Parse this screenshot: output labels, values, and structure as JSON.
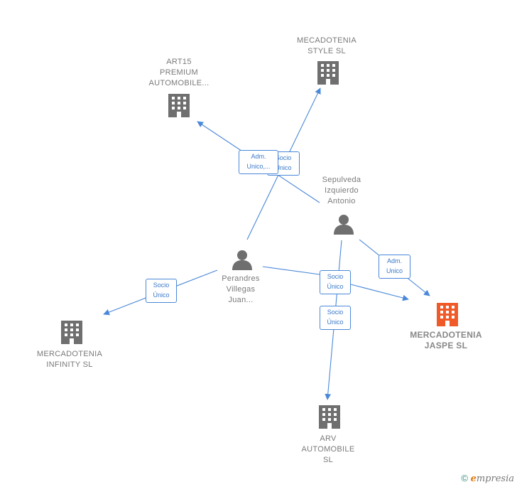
{
  "nodes": {
    "art15": {
      "label": "ART15\nPREMIUM\nAUTOMOBILE..."
    },
    "style": {
      "label": "MECADOTENIA\nSTYLE  SL"
    },
    "sepulveda": {
      "label": "Sepulveda\nIzquierdo\nAntonio"
    },
    "perandres": {
      "label": "Perandres\nVillegas\nJuan..."
    },
    "infinity": {
      "label": "MERCADOTENIA\nINFINITY  SL"
    },
    "jaspe": {
      "label": "MERCADOTENIA\nJASPE  SL"
    },
    "arv": {
      "label": "ARV\nAUTOMOBILE\nSL"
    }
  },
  "edges": {
    "adm_unico_1": "Adm.\nUnico,...",
    "socio_unico_top": "Socio\nÚnico",
    "adm_unico_2": "Adm.\nUnico",
    "socio_unico_mid": "Socio\nÚnico",
    "socio_unico_left": "Socio\nÚnico",
    "socio_unico_arv": "Socio\nÚnico"
  },
  "colors": {
    "edge": "#4a88d9",
    "company": "#6f6f6f",
    "highlight": "#f05a28",
    "person": "#6f6f6f"
  },
  "footer": {
    "copyright_symbol": "©",
    "brand_initial": "e",
    "brand_rest": "mpresia"
  }
}
